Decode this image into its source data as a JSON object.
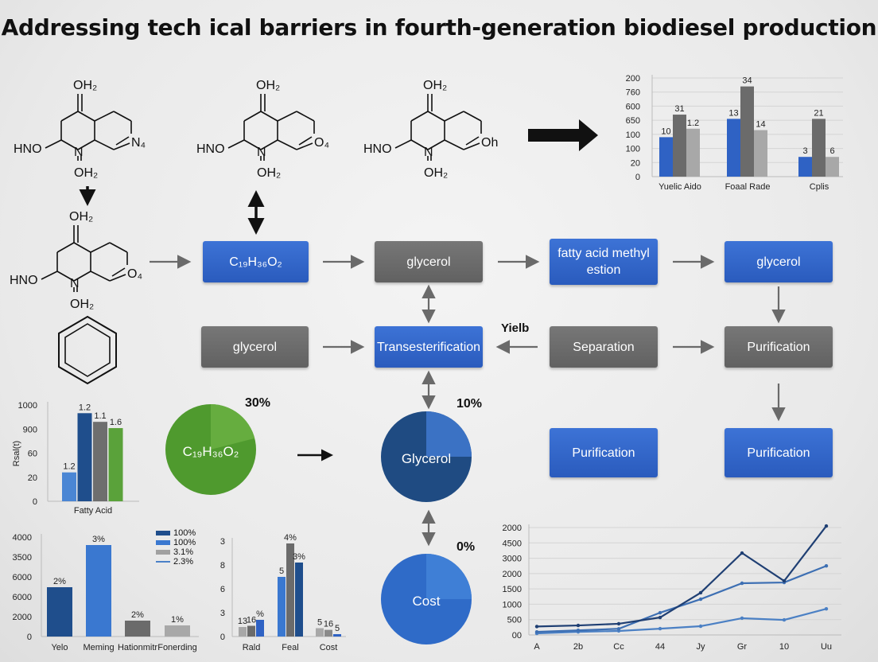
{
  "title": "Addressing tech ical barriers in fourth-generation biodiesel production",
  "molecules": [
    {
      "top": "OH₂",
      "left": "HNO",
      "center": "N",
      "bottom": "OH₂",
      "right": "N₄"
    },
    {
      "top": "OH₂",
      "left": "HNO",
      "center": "N",
      "bottom": "OH₂",
      "right": "O₄"
    },
    {
      "top": "OH₂",
      "left": "HNO",
      "center": "N",
      "bottom": "OH₂",
      "right": "Oh"
    },
    {
      "top": "OH₂",
      "left": "HNO",
      "center": "N",
      "bottom": "OH₂",
      "right": "O₄"
    }
  ],
  "flow": {
    "row1": [
      "C₁₉H₃₆O₂",
      "glycerol",
      "fatty acid methyl estion",
      "glycerol"
    ],
    "row2": [
      "glycerol",
      "Transesterification",
      "Separation",
      "Purification"
    ],
    "row3": [
      "Purification",
      "Purification"
    ],
    "yield_label": "Yielb"
  },
  "pies": [
    {
      "label": "C₁₉H₃₆O₂",
      "percent_label": "30%",
      "slice_fraction": 0.21,
      "color": "#4f9a2e",
      "slice_color": "#66ad3f"
    },
    {
      "label": "Glycerol",
      "percent_label": "10%",
      "slice_fraction": 0.25,
      "color": "#1f4b82",
      "slice_color": "#3b72c4"
    },
    {
      "label": "Cost",
      "percent_label": "0%",
      "slice_fraction": 0.25,
      "color": "#2f6bc8",
      "slice_color": "#3f7fd6"
    }
  ],
  "colors": {
    "blue": "#2f62c4",
    "gray": "#6b6b6b",
    "dark_blue": "#1f4e8c",
    "light_blue": "#3a78d0",
    "light_gray": "#a8a8a8",
    "green": "#5aa23a"
  },
  "chart_data": [
    {
      "type": "bar",
      "yticks": [
        "0",
        "20",
        "100",
        "100",
        "650",
        "600",
        "760",
        "200"
      ],
      "categories": [
        "Yuelic Aido",
        "Foaal Rade",
        "Cplis"
      ],
      "series": [
        {
          "values": [
            2.8,
            4.1,
            1.4
          ],
          "labels": [
            "10",
            "13",
            "3"
          ],
          "color": "#2f62c4"
        },
        {
          "values": [
            4.4,
            6.4,
            4.1
          ],
          "labels": [
            "31",
            "34",
            "21"
          ],
          "color": "#6b6b6b"
        },
        {
          "values": [
            3.4,
            3.3,
            1.4
          ],
          "labels": [
            "1.2",
            "14",
            "6"
          ],
          "color": "#a8a8a8"
        }
      ],
      "grid": true
    },
    {
      "type": "bar",
      "yticks": [
        "0",
        "20",
        "60",
        "900",
        "1000"
      ],
      "ylabel": "Rsal(t)",
      "categories": [
        "Fatty Acid"
      ],
      "series": [
        {
          "values": [
            1.2
          ],
          "labels": [
            "1.2"
          ],
          "color": "#4a86d4"
        },
        {
          "values": [
            3.66
          ],
          "labels": [
            "1.2"
          ],
          "color": "#1f4e8c"
        },
        {
          "values": [
            3.3
          ],
          "labels": [
            "1.1"
          ],
          "color": "#6e6e6e"
        },
        {
          "values": [
            3.04
          ],
          "labels": [
            "1.6"
          ],
          "color": "#5aa23a"
        }
      ],
      "grid": false
    },
    {
      "type": "bar",
      "yticks": [
        "0",
        "2000",
        "6000",
        "6000",
        "3500",
        "4000"
      ],
      "categories": [
        "Yelo",
        "Meming",
        "Hationmitr",
        "Fonerding"
      ],
      "values": [
        2.48,
        4.6,
        0.8,
        0.56
      ],
      "labels": [
        "2%",
        "3%",
        "2%",
        "1%"
      ],
      "bar_colors": [
        "#1f4e8c",
        "#3a78d0",
        "#6b6b6b",
        "#a8a8a8"
      ],
      "legend": [
        {
          "label": "100%",
          "color": "#1f4e8c"
        },
        {
          "label": "100%",
          "color": "#3a78d0"
        },
        {
          "label": "3.1%",
          "color": "#a0a0a0"
        },
        {
          "label": "2.3%",
          "color": "#4a80c8"
        }
      ],
      "legend_position": "top-right",
      "grid": false
    },
    {
      "type": "bar",
      "yticks": [
        "0",
        "3",
        "6",
        "8",
        "3"
      ],
      "categories": [
        "Rald",
        "Feal",
        "Cost"
      ],
      "groups": [
        {
          "values": [
            0.4,
            0.45,
            0.7
          ],
          "labels": [
            "13",
            "16",
            "%"
          ],
          "colors": [
            "#a8a8a8",
            "#6b6b6b",
            "#2f62c4"
          ]
        },
        {
          "values": [
            2.5,
            3.9,
            3.1
          ],
          "labels": [
            "5",
            "4%",
            "3%"
          ],
          "colors": [
            "#3a78d0",
            "#6b6b6b",
            "#1f4e8c"
          ]
        },
        {
          "values": [
            0.35,
            0.28,
            0.1
          ],
          "labels": [
            "5",
            "16",
            "5"
          ],
          "colors": [
            "#a8a8a8",
            "#8a8a8a",
            "#2f62c4"
          ]
        }
      ],
      "grid": false
    },
    {
      "type": "line",
      "yticks": [
        "00",
        "500",
        "1000",
        "1500",
        "2000",
        "3000",
        "4500",
        "2000"
      ],
      "categories": [
        "A",
        "2b",
        "Cc",
        "44",
        "Jy",
        "Gr",
        "10",
        "Uu"
      ],
      "series": [
        {
          "values": [
            0.55,
            0.62,
            0.73,
            1.14,
            2.75,
            5.34,
            3.52,
            7.1
          ],
          "color": "#1f3f73"
        },
        {
          "values": [
            0.2,
            0.3,
            0.4,
            1.45,
            2.33,
            3.37,
            3.42,
            4.5
          ],
          "color": "#3d6fb3"
        },
        {
          "values": [
            0.1,
            0.2,
            0.26,
            0.41,
            0.57,
            1.09,
            0.98,
            1.7
          ],
          "color": "#4b80c4"
        }
      ],
      "grid": true
    }
  ]
}
